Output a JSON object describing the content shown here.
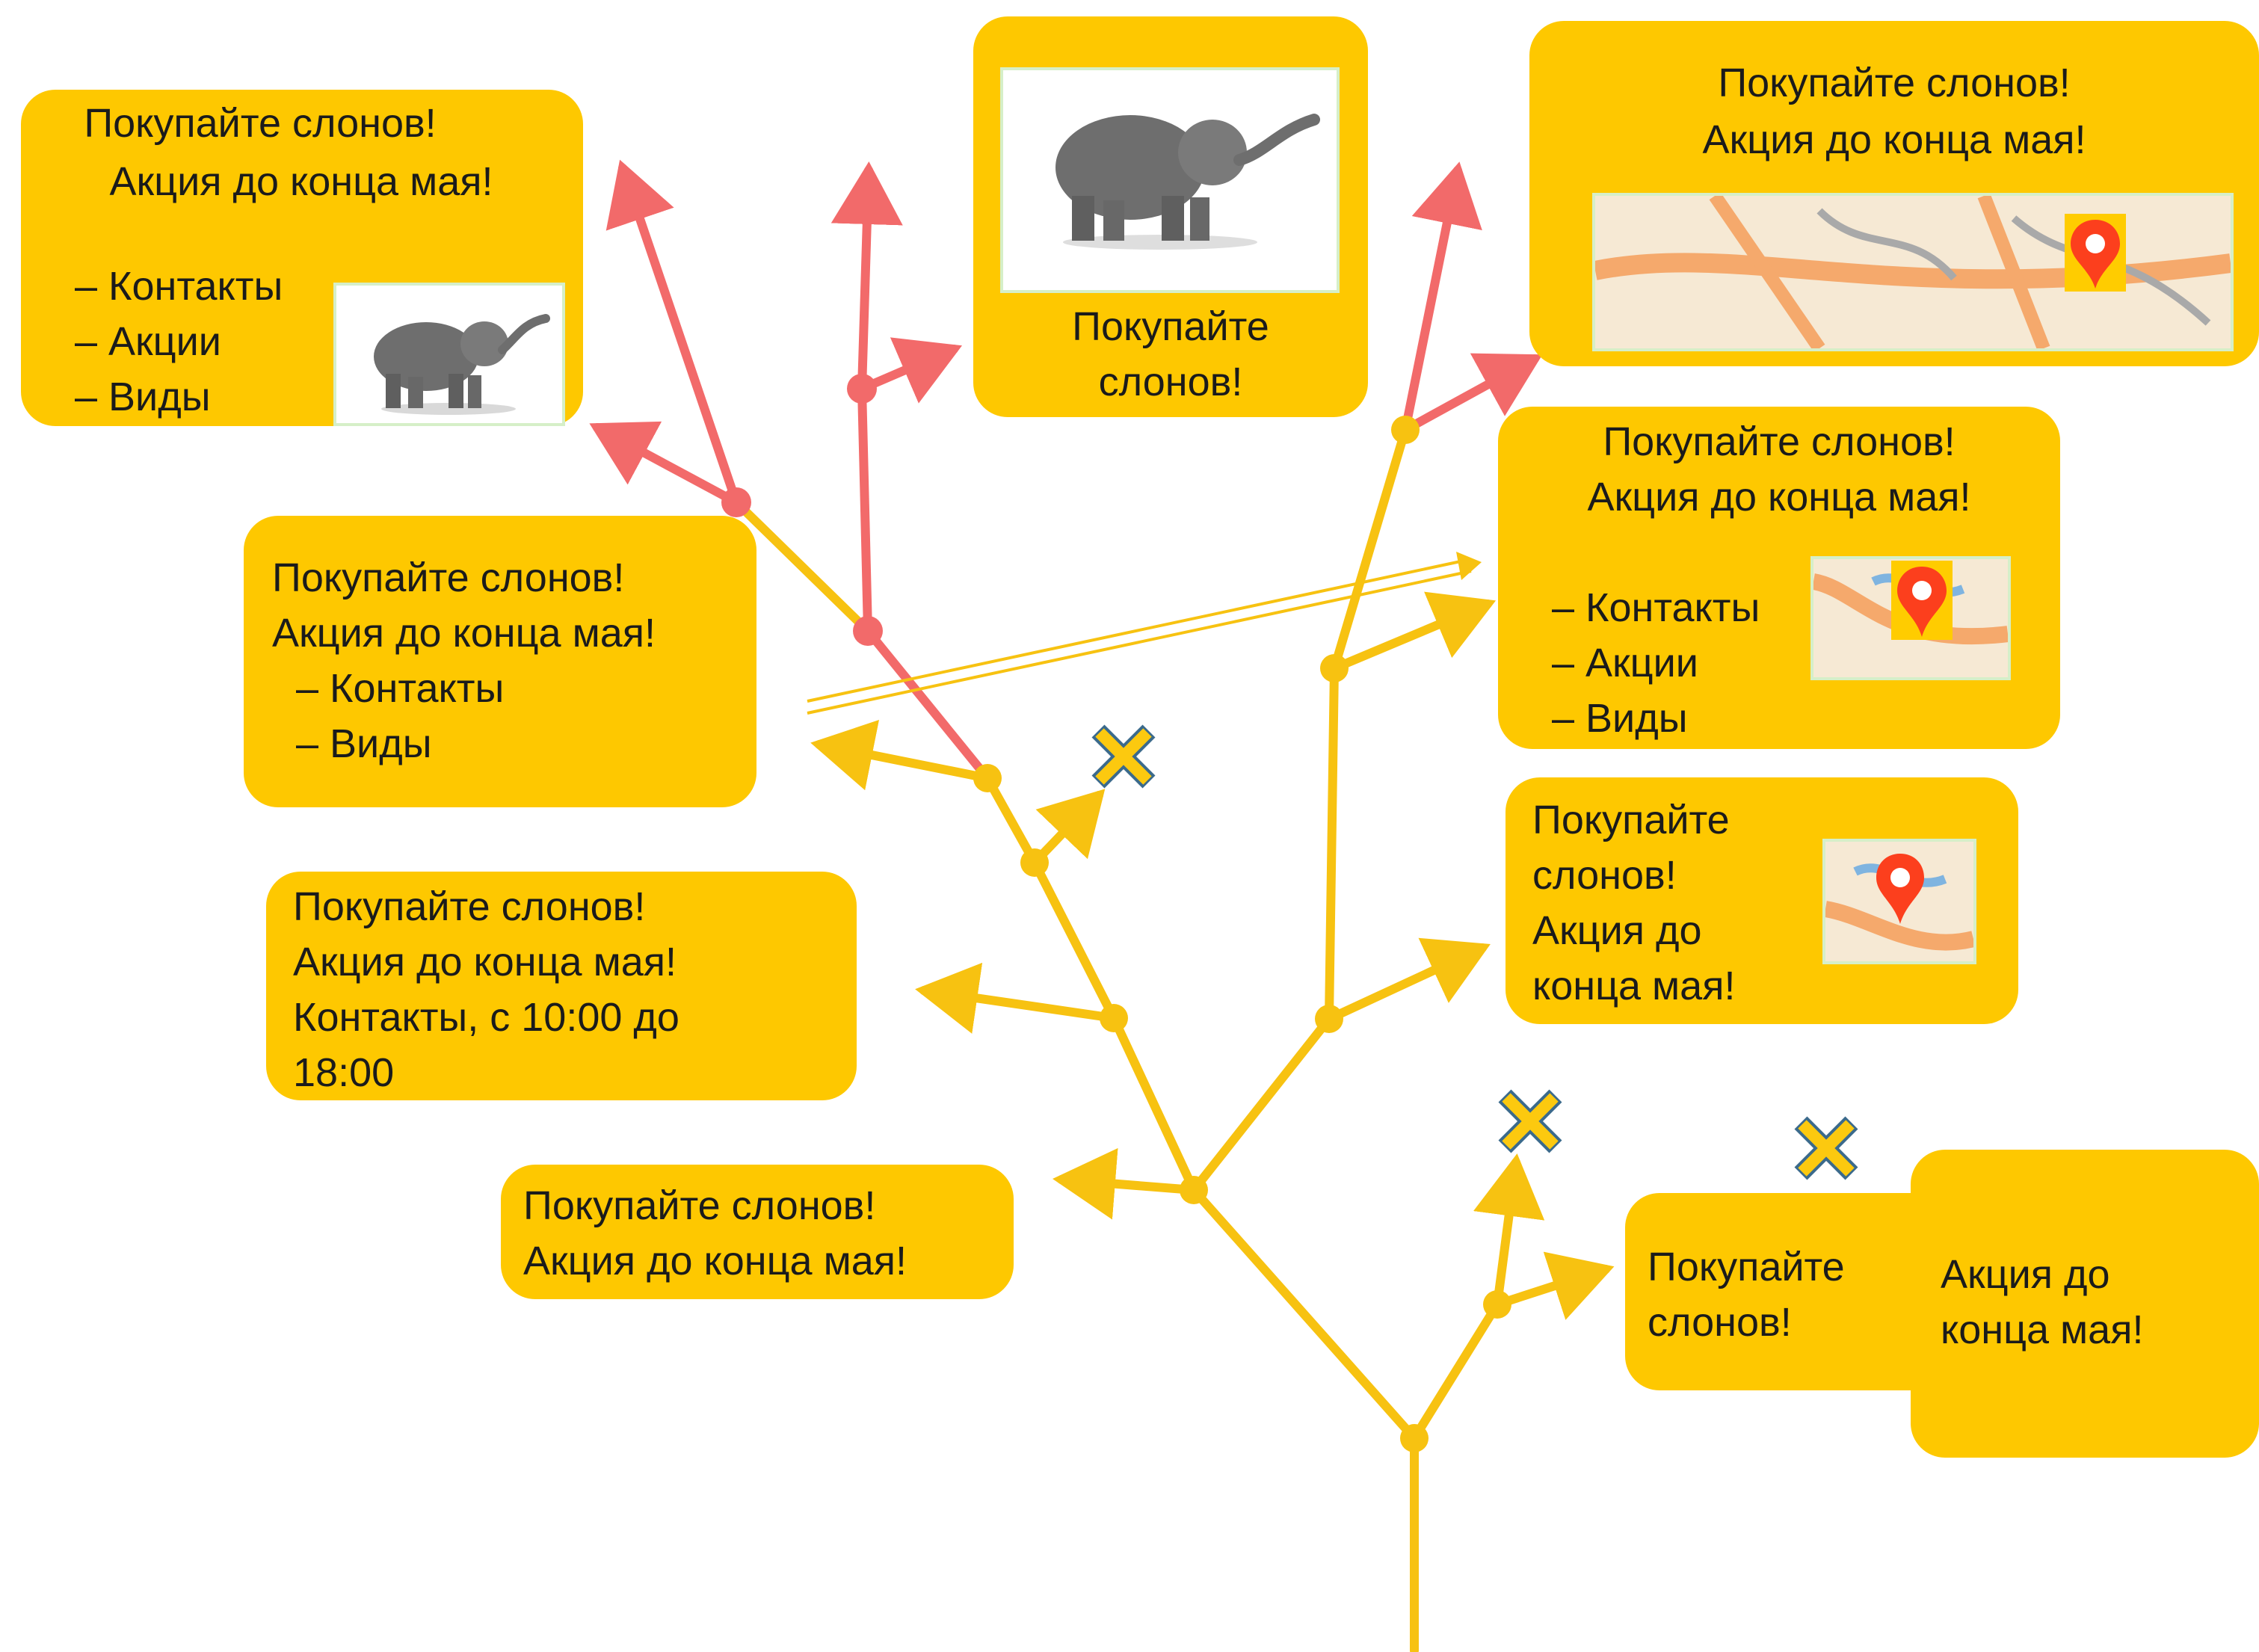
{
  "ad": {
    "headline": "Покупайте слонов!",
    "subline": "Акция до конца мая!",
    "word_buy": "Покупайте",
    "word_elephants": "слонов!",
    "promo_until": "Акция до",
    "promo_end": "конца мая!",
    "contacts": "– Контакты",
    "contacts_hours": "Контакты, с 10:00 до",
    "hours_end": "18:00",
    "promos": "– Акции",
    "kinds": "– Виды"
  },
  "colors": {
    "card": "#fec800",
    "trunk": "#f7c211",
    "rejected_branch": "#f26a6a",
    "cross_mark": "#fcc90f",
    "cross_outline": "#3b6a8c",
    "map_pin": "#fc3f1d"
  },
  "legend_icons": [
    "elephant-image",
    "map-pin-icon",
    "cross-icon"
  ]
}
